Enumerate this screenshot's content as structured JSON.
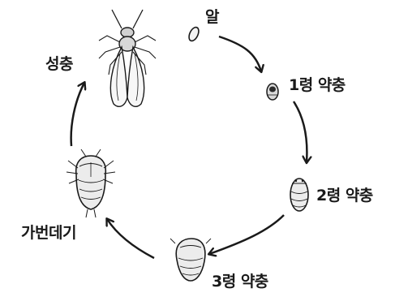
{
  "diagram": {
    "stages": {
      "egg": "알",
      "nymph1": "1령 약충",
      "nymph2": "2령 약충",
      "nymph3": "3령 약충",
      "pseudopupa": "가번데기",
      "adult": "성충"
    }
  },
  "colors": {
    "ink": "#1a1a1a",
    "background": "#ffffff"
  }
}
